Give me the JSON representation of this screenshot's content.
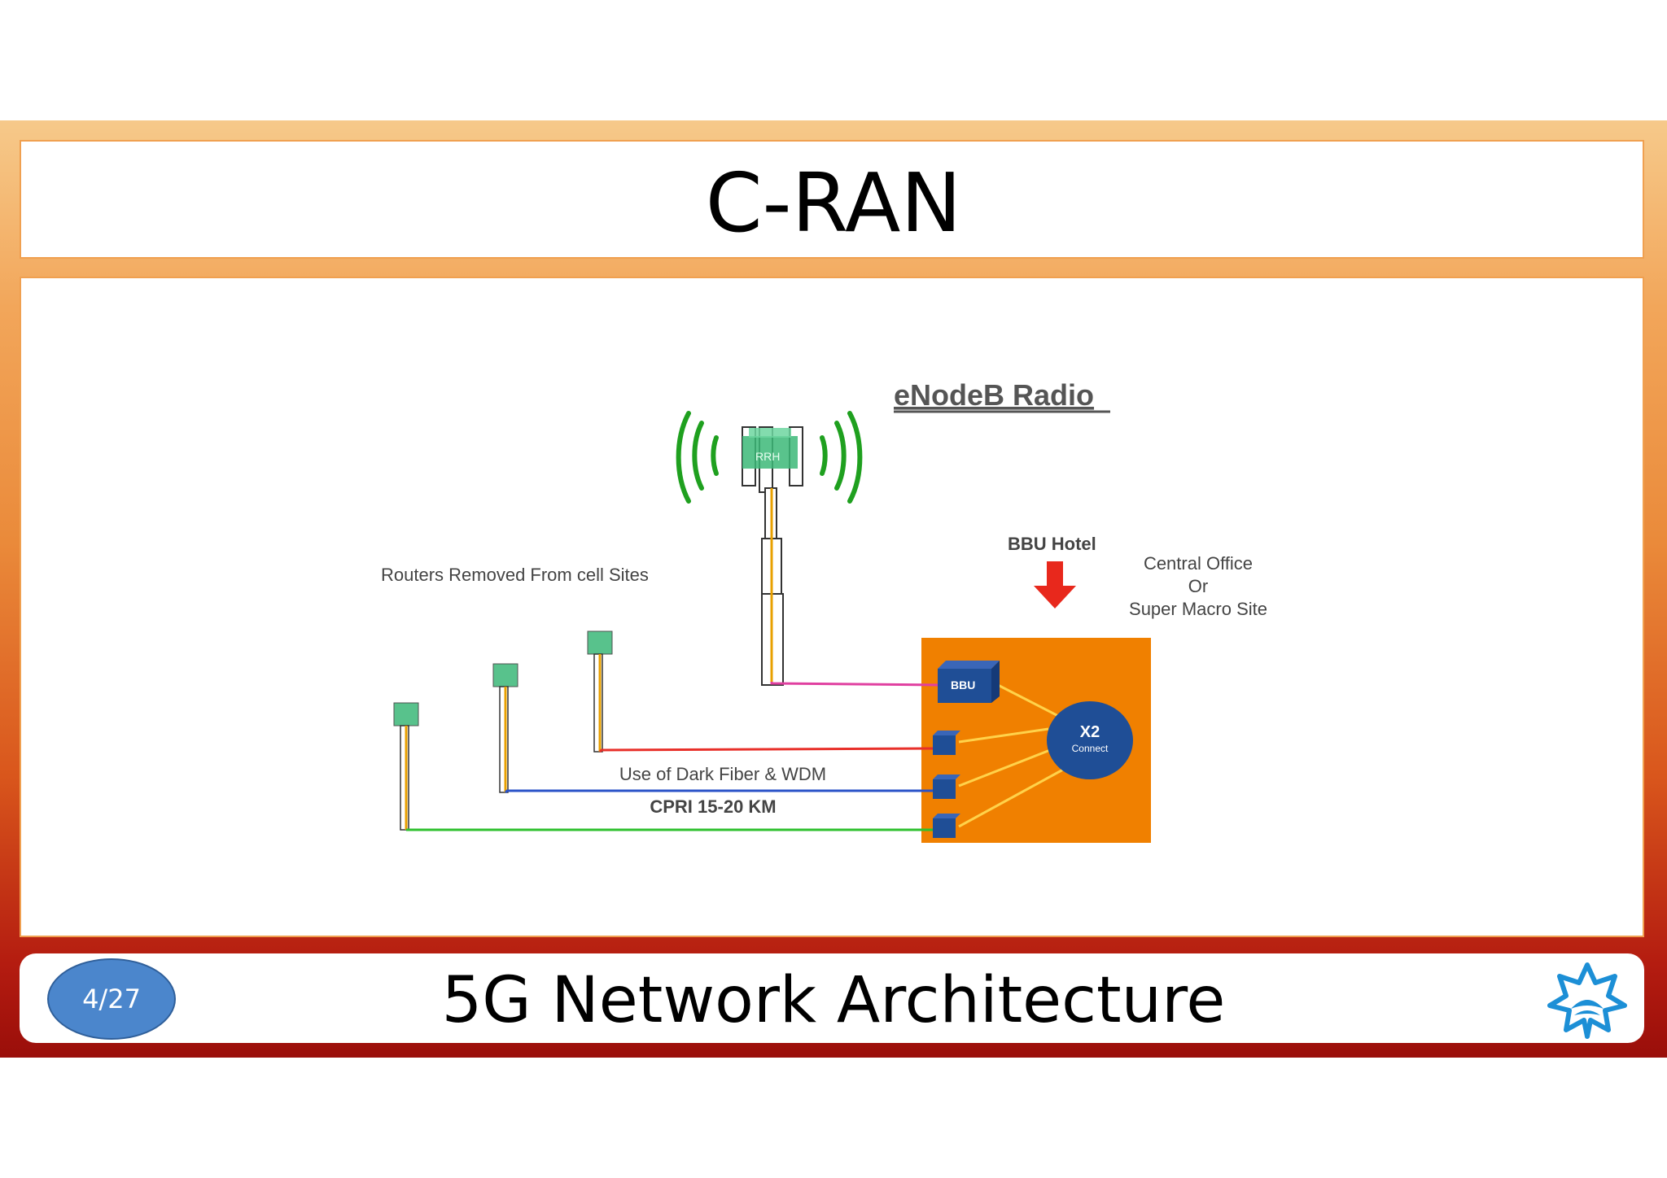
{
  "slide": {
    "title": "C-RAN",
    "footer_title": "5G Network Architecture",
    "page_number": "4/27"
  },
  "diagram": {
    "enodeb_label": "eNodeB Radio",
    "rrh_label": "RRH",
    "routers_label": "Routers Removed From cell Sites",
    "bbu_hotel_label": "BBU Hotel",
    "central_office": [
      "Central Office",
      "Or",
      "Super Macro Site"
    ],
    "bbu_label": "BBU",
    "x2_label": "X2",
    "x2_sub_label": "Connect",
    "fiber_label": "Use of Dark Fiber & WDM",
    "cpri_label": "CPRI 15-20 KM"
  },
  "colors": {
    "box_orange": "#f08000",
    "node_blue": "#1f4e96",
    "signal_green": "#1fa01f",
    "antenna_green": "#3cb878",
    "arrow_red": "#e8281c",
    "line_red": "#e8302a",
    "line_blue": "#2a52c8",
    "line_green": "#2fc02f",
    "line_magenta": "#e040a0",
    "badge_blue": "#4b86cc",
    "logo_blue": "#1c8fd6"
  },
  "icons": [
    "antenna-tower-icon",
    "signal-wave-icon",
    "down-arrow-icon",
    "university-logo-icon"
  ]
}
